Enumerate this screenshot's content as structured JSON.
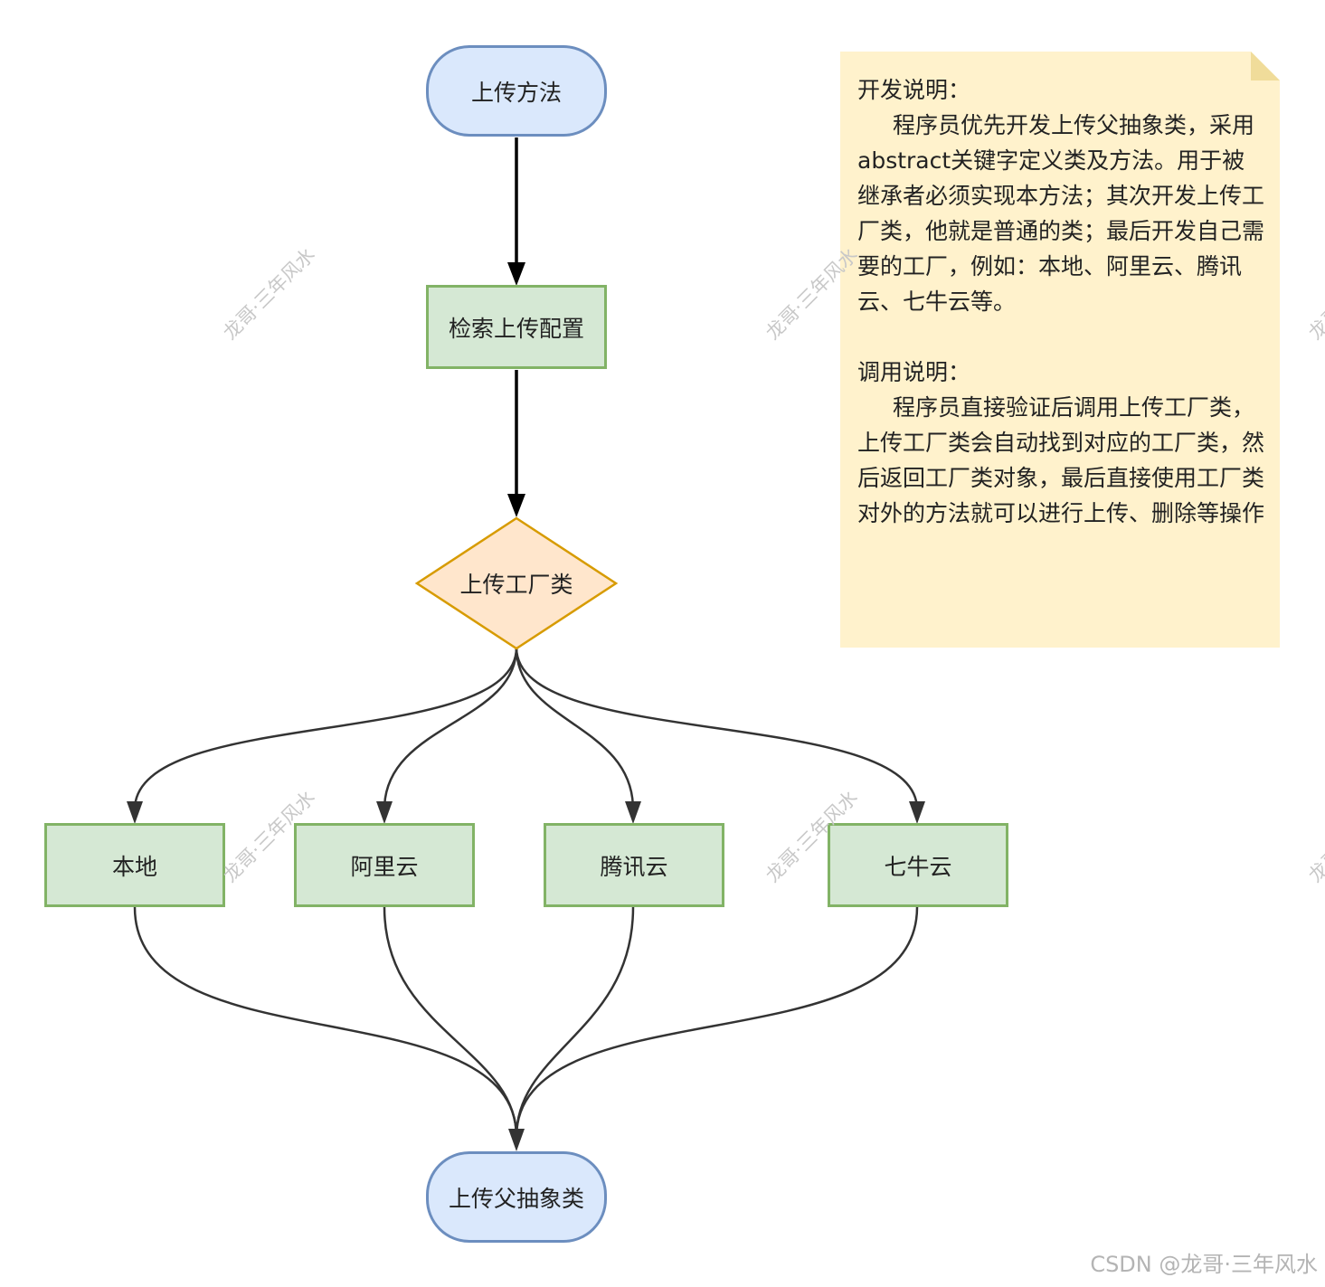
{
  "diagram": {
    "nodes": {
      "start": "上传方法",
      "retrieve": "检索上传配置",
      "factory": "上传工厂类",
      "local": "本地",
      "aliyun": "阿里云",
      "tencent": "腾讯云",
      "qiniu": "七牛云",
      "end": "上传父抽象类"
    },
    "edges": [
      {
        "from": "start",
        "to": "retrieve"
      },
      {
        "from": "retrieve",
        "to": "factory"
      },
      {
        "from": "factory",
        "to": "local"
      },
      {
        "from": "factory",
        "to": "aliyun"
      },
      {
        "from": "factory",
        "to": "tencent"
      },
      {
        "from": "factory",
        "to": "qiniu"
      },
      {
        "from": "local",
        "to": "end"
      },
      {
        "from": "aliyun",
        "to": "end"
      },
      {
        "from": "tencent",
        "to": "end"
      },
      {
        "from": "qiniu",
        "to": "end"
      }
    ],
    "colors": {
      "terminal_fill": "#dae8fc",
      "terminal_stroke": "#6c8ebf",
      "process_fill": "#d5e8d4",
      "process_stroke": "#82b366",
      "decision_fill": "#ffe6cc",
      "decision_stroke": "#d79b00",
      "note_fill": "#fff2cc"
    }
  },
  "note": {
    "dev_title": "开发说明：",
    "dev_body": "程序员优先开发上传父抽象类，采用abstract关键字定义类及方法。用于被继承者必须实现本方法；其次开发上传工厂类，他就是普通的类；最后开发自己需要的工厂，例如：本地、阿里云、腾讯云、七牛云等。",
    "call_title": "调用说明：",
    "call_body": "程序员直接验证后调用上传工厂类，上传工厂类会自动找到对应的工厂类，然后返回工厂类对象，最后直接使用工厂类对外的方法就可以进行上传、删除等操作"
  },
  "watermark": "龙哥·三年风水",
  "footer": "CSDN @龙哥·三年风水"
}
